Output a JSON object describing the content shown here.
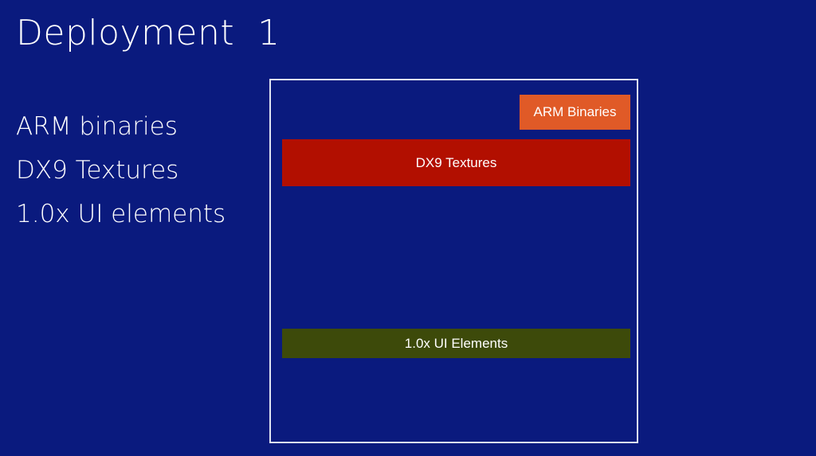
{
  "slide": {
    "title": "Deployment  1",
    "bullets": [
      "ARM binaries",
      "DX9 Textures",
      "1.0x UI elements"
    ]
  },
  "package": {
    "blocks": [
      {
        "id": "arm",
        "label": "ARM Binaries",
        "color": "#e05a27"
      },
      {
        "id": "dx9",
        "label": "DX9 Textures",
        "color": "#b20f00"
      },
      {
        "id": "ui",
        "label": "1.0x UI Elements",
        "color": "#3d4a0a"
      }
    ]
  },
  "colors": {
    "background": "#0a1a7e",
    "frame": "#dfe4f2"
  }
}
